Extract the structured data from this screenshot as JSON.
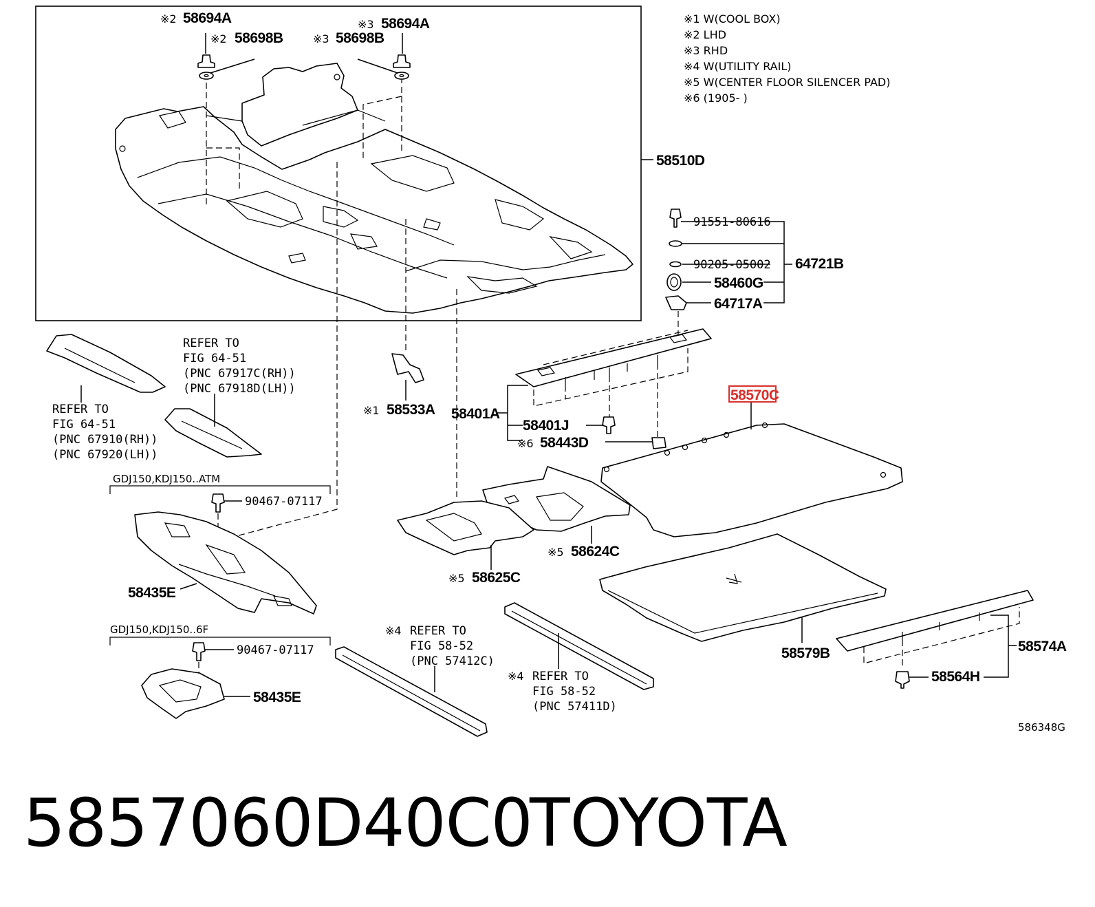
{
  "notes": [
    "※1 W(COOL BOX)",
    "※2 LHD",
    "※3 RHD",
    "※4 W(UTILITY RAIL)",
    "※5 W(CENTER FLOOR SILENCER PAD)",
    "※6 (1905-      )"
  ],
  "labels": {
    "p58694A_l": "58694A",
    "p58694A_l_mark": "※2",
    "p58698B_l": "58698B",
    "p58698B_l_mark": "※2",
    "p58698B_r": "58698B",
    "p58698B_r_mark": "※3",
    "p58694A_r": "58694A",
    "p58694A_r_mark": "※3",
    "p58510D": "58510D",
    "p91551": "91551-80616",
    "p90205": "90205-05002",
    "p64721B": "64721B",
    "p58460G": "58460G",
    "p64717A": "64717A",
    "p58570C": "58570C",
    "p58533A": "58533A",
    "p58533A_mark": "※1",
    "p58401A": "58401A",
    "p58401J": "58401J",
    "p58443D": "58443D",
    "p58443D_mark": "※6",
    "p58624C": "58624C",
    "p58624C_mark": "※5",
    "p58625C": "58625C",
    "p58625C_mark": "※5",
    "p58435E_a": "58435E",
    "p58435E_b": "58435E",
    "p90467_a": "90467-07117",
    "p90467_b": "90467-07117",
    "p58579B": "58579B",
    "p58574A": "58574A",
    "p58564H": "58564H",
    "fig_code": "586348G"
  },
  "refers": {
    "r1": [
      "REFER TO",
      "FIG 64-51",
      "(PNC 67917C(RH))",
      "(PNC 67918D(LH))"
    ],
    "r2": [
      "REFER TO",
      "FIG 64-51",
      "(PNC 67910(RH))",
      "(PNC 67920(LH))"
    ],
    "r3_mark": "※4",
    "r3": [
      "REFER TO",
      "FIG 58-52",
      "(PNC 57412C)"
    ],
    "r4_mark": "※4",
    "r4": [
      "REFER TO",
      "FIG 58-52",
      "(PNC 57411D)"
    ]
  },
  "variants": {
    "atm": "GDJ150,KDJ150..ATM",
    "six_f": "GDJ150,KDJ150..6F"
  },
  "highlight_color": "#d9302c",
  "footer": {
    "part_number": "5857060D40C0",
    "brand": "TOYOTA"
  }
}
